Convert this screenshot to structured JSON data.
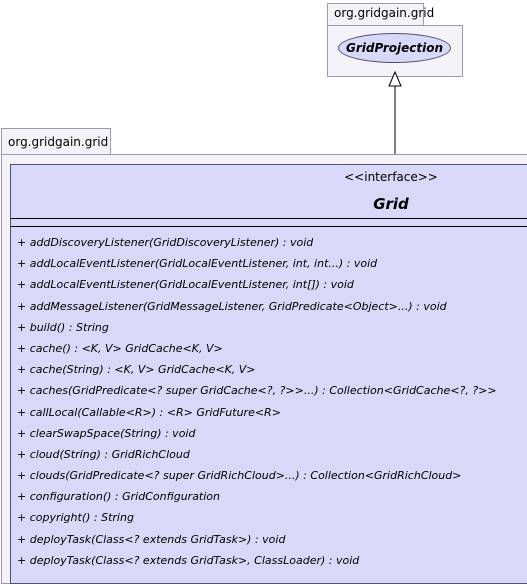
{
  "parent_package": {
    "name": "org.gridgain.grid",
    "class_name": "GridProjection"
  },
  "package": {
    "name": "org.gridgain.grid"
  },
  "class": {
    "stereotype": "<<interface>>",
    "name": "Grid",
    "operations": [
      "+ addDiscoveryListener(GridDiscoveryListener) : void",
      "+ addLocalEventListener(GridLocalEventListener, int, int...) : void",
      "+ addLocalEventListener(GridLocalEventListener, int[]) : void",
      "+ addMessageListener(GridMessageListener, GridPredicate<Object>...) : void",
      "+ build() : String",
      "+ cache() : <K, V> GridCache<K, V>",
      "+ cache(String) : <K, V> GridCache<K, V>",
      "+ caches(GridPredicate<? super GridCache<?, ?>>...) : Collection<GridCache<?, ?>>",
      "+ callLocal(Callable<R>) : <R> GridFuture<R>",
      "+ clearSwapSpace(String) : void",
      "+ cloud(String) : GridRichCloud",
      "+ clouds(GridPredicate<? super GridRichCloud>...) : Collection<GridRichCloud>",
      "+ configuration() : GridConfiguration",
      "+ copyright() : String",
      "+ deployTask(Class<? extends GridTask>) : void",
      "+ deployTask(Class<? extends GridTask>, ClassLoader) : void"
    ]
  },
  "colors": {
    "class_fill": "#d8d8f8",
    "package_fill": "#f3f3f8",
    "border": "#505070"
  }
}
